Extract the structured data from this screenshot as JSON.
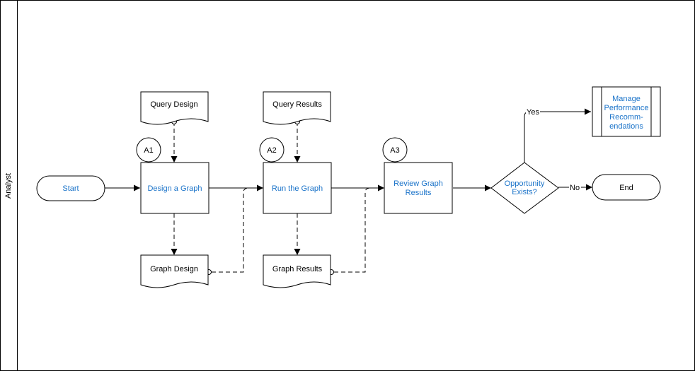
{
  "lane": {
    "label": "Analyst"
  },
  "nodes": {
    "start": "Start",
    "design_graph": "Design a Graph",
    "run_graph": "Run the Graph",
    "review_line1": "Review Graph",
    "review_line2": "Results",
    "decision_line1": "Opportunity",
    "decision_line2": "Exists?",
    "manage_line1": "Manage",
    "manage_line2": "Performance",
    "manage_line3": "Recomm-",
    "manage_line4": "endations",
    "end": "End"
  },
  "documents": {
    "query_design": "Query Design",
    "query_results": "Query Results",
    "graph_design": "Graph Design",
    "graph_results": "Graph Results"
  },
  "markers": {
    "a1": "A1",
    "a2": "A2",
    "a3": "A3"
  },
  "edges": {
    "yes": "Yes",
    "no": "No"
  },
  "colors": {
    "link_text": "#1a73c9",
    "stroke": "#000000"
  }
}
